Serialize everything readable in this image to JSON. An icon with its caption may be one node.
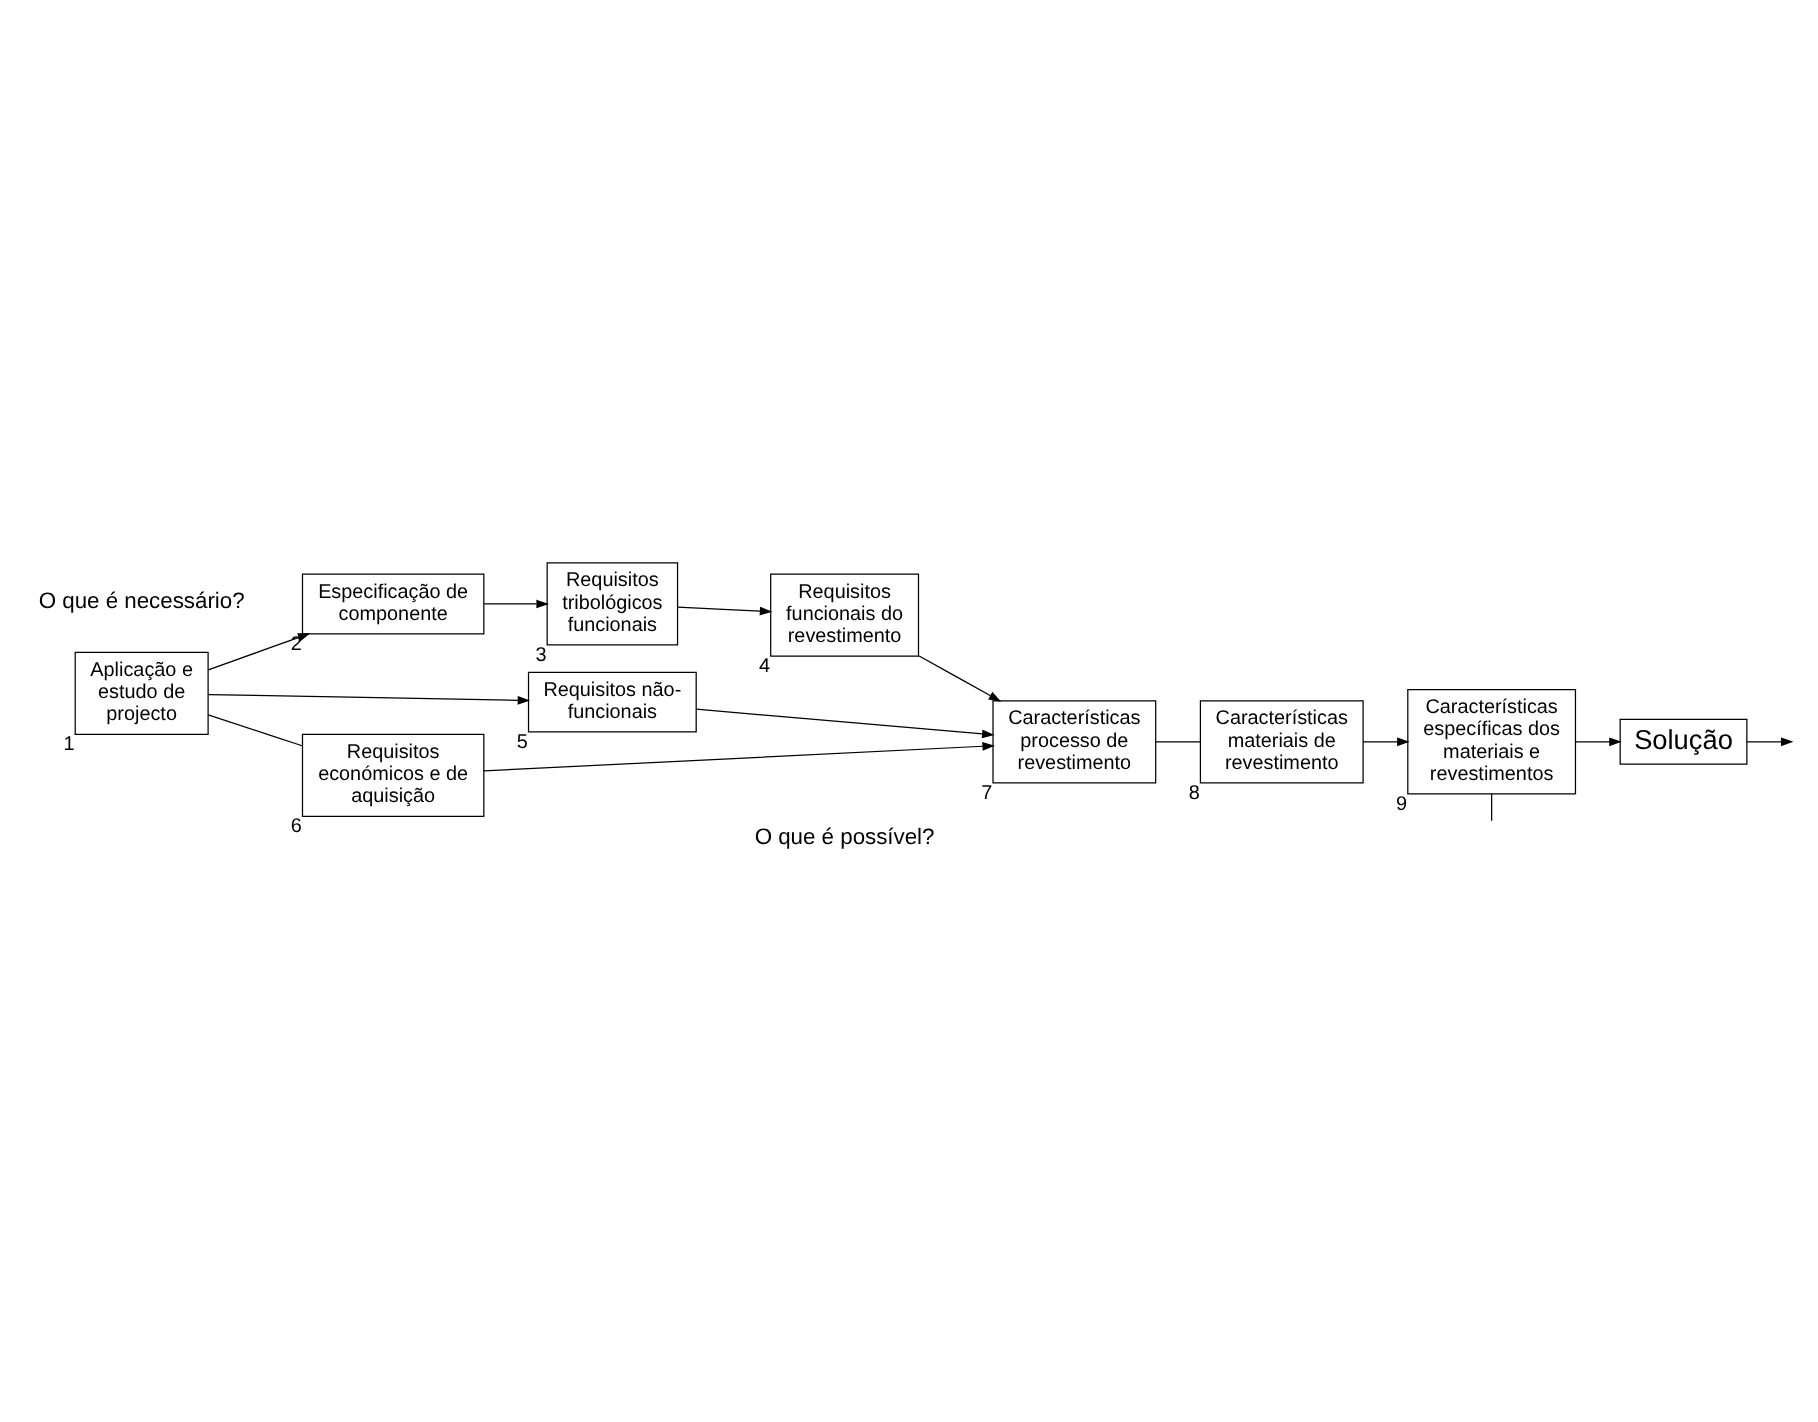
{
  "diagram": {
    "nodes": [
      {
        "text": [
          "Aplicação e estudo de projecto"
        ],
        "beside": [
          "1"
        ]
      },
      {
        "text": [
          "Especificação de componente"
        ],
        "beside": [
          "2"
        ]
      },
      {
        "text": [
          "Requisitos tribológicos funcionais"
        ],
        "beside": [
          "3"
        ]
      },
      {
        "text": [
          "Requisitos funcionais do revestimento"
        ],
        "beside": [
          "4"
        ]
      },
      {
        "text": [
          "Requisitos não-funcionais"
        ],
        "beside": [
          "5"
        ]
      },
      {
        "text": [
          "Requisitos económicos e de aquisição"
        ],
        "beside": [
          "6"
        ]
      },
      {
        "text": [
          "Características processo de revestimento"
        ],
        "beside": [
          "7"
        ]
      },
      {
        "text": [
          "Características materiais de revestimento"
        ],
        "beside": [
          "8"
        ]
      },
      {
        "text": [
          "Características específicas dos materiais e revestimentos"
        ],
        "beside": [
          "9"
        ]
      },
      {
        "text": [
          "Solução"
        ]
      }
    ],
    "edges": [
      {
        "from": 0,
        "to": 1,
        "arrow": "to"
      },
      {
        "from": 0,
        "to": 4,
        "arrow": "to"
      },
      {
        "from": 0,
        "to": 5,
        "arrow": "none"
      },
      {
        "from": 1,
        "to": 2,
        "arrow": "to"
      },
      {
        "from": 2,
        "to": 3,
        "arrow": "to"
      },
      {
        "from": 3,
        "to": 6,
        "arrow": "to"
      },
      {
        "from": 4,
        "to": 6,
        "arrow": "to"
      },
      {
        "from": 5,
        "to": 6,
        "arrow": "to"
      },
      {
        "from": 6,
        "to": 7,
        "arrow": "none"
      },
      {
        "from": 7,
        "to": 8,
        "arrow": "to"
      },
      {
        "from": 8,
        "to": 9,
        "arrow": "to"
      },
      {
        "from": 9,
        "to": null,
        "arrow": "to"
      },
      {
        "from": 8,
        "to": null,
        "arrow": "none"
      }
    ],
    "labels": [
      "O que é necessário?",
      "O que é possível?"
    ]
  }
}
